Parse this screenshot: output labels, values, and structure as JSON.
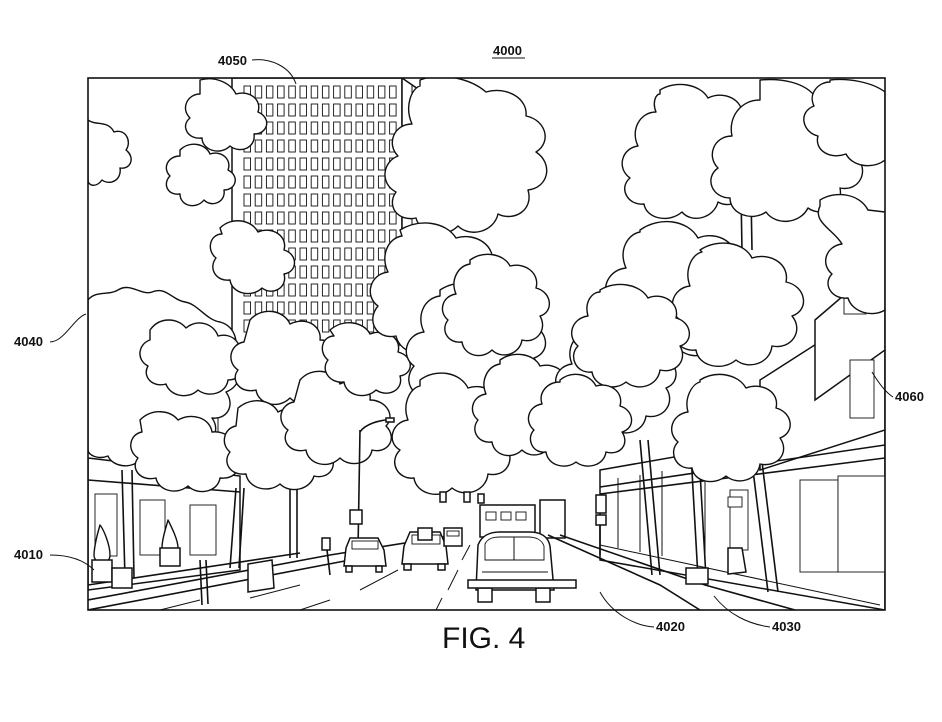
{
  "figure": {
    "ref": "4000",
    "caption": "FIG. 4"
  },
  "labels": {
    "l4010": "4010",
    "l4020": "4020",
    "l4030": "4030",
    "l4040": "4040",
    "l4050": "4050",
    "l4060": "4060"
  }
}
